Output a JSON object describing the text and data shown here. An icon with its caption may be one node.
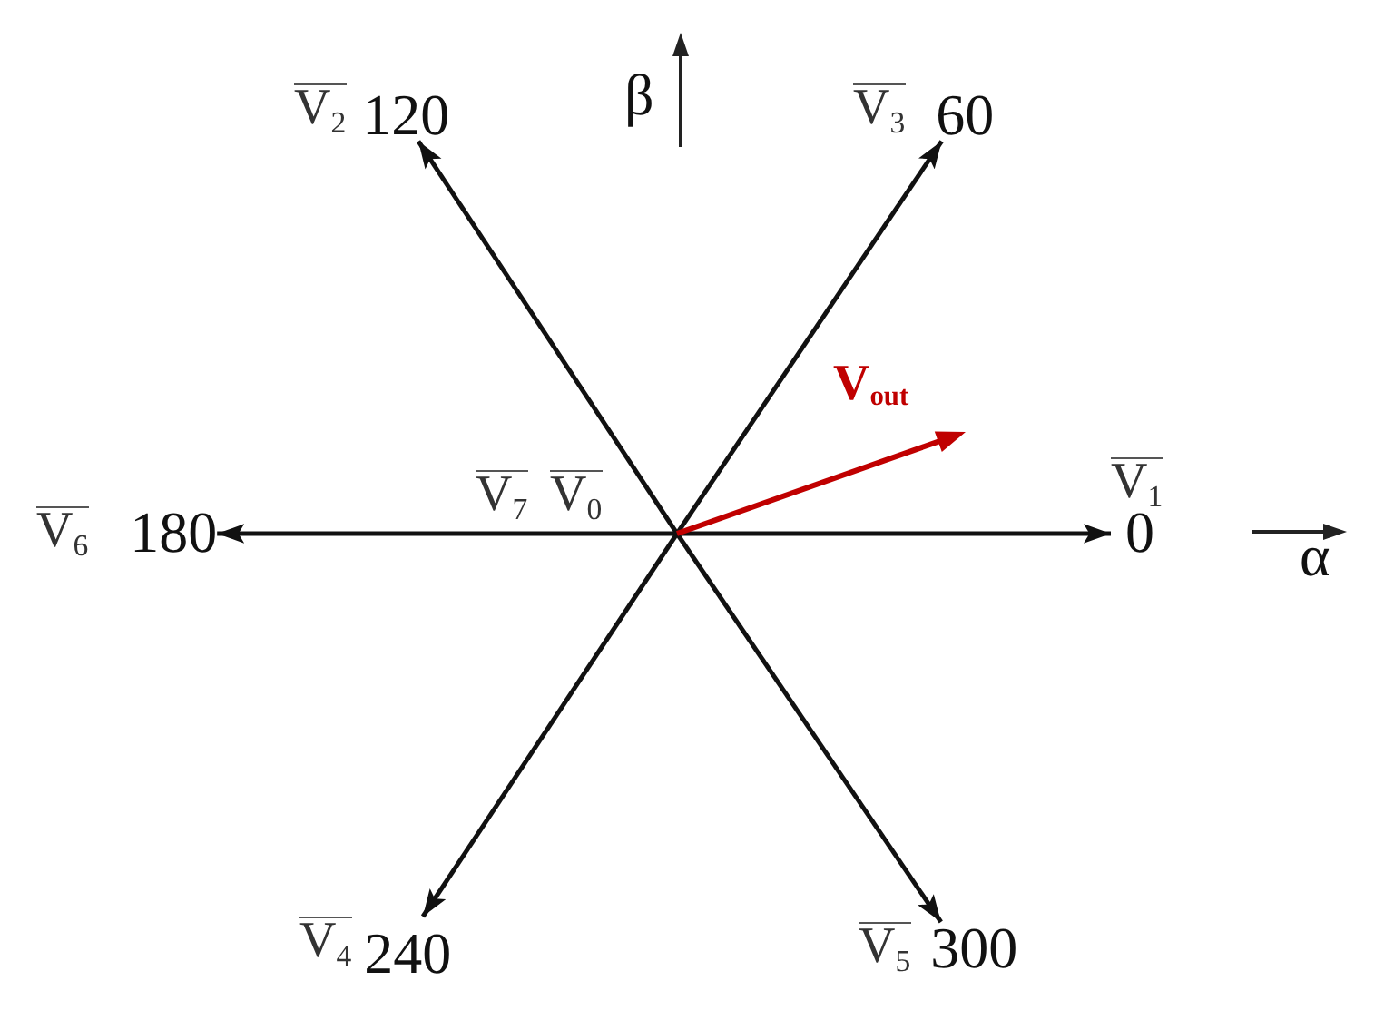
{
  "diagram": {
    "nodes": [
      {
        "text": [
          "V$_{2}$",
          "120"
        ]
      },
      {
        "text": [
          "V$_{3}$",
          "60"
        ]
      },
      {
        "text": [
          "V$_{6}$",
          "180"
        ]
      },
      {
        "text": [
          "V$_{1}$",
          "0"
        ]
      },
      {
        "text": [
          "V$_{4}$",
          "240"
        ]
      },
      {
        "text": [
          "V$_{5}$",
          "300"
        ]
      }
    ],
    "edges": [
      {
        "from": null,
        "to": 3,
        "arrow": "to"
      },
      {
        "from": null,
        "to": 1,
        "arrow": "to"
      },
      {
        "from": null,
        "to": 0,
        "arrow": "to"
      },
      {
        "from": null,
        "to": 2,
        "arrow": "to"
      },
      {
        "from": null,
        "to": 4,
        "arrow": "to"
      },
      {
        "from": null,
        "to": 5,
        "arrow": "to"
      }
    ],
    "labels": [
      "β",
      "V$_{out}$",
      "V$_{7}$",
      "V$_{0}$",
      "α"
    ]
  }
}
